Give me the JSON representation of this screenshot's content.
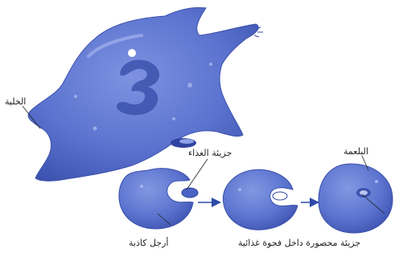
{
  "colors": {
    "cell_fill": "#5b73cf",
    "cell_dark": "#3d53b0",
    "cell_highlight": "#9aaae8",
    "line": "#222222",
    "arrow": "#2f4aa8"
  },
  "labels": {
    "cell": "الخلية",
    "food_particle": "جزيئة الغذاء",
    "phagocytosis": "البلعمة",
    "pseudopods": "أرجل كاذبة",
    "particle_in_vacuole": "جزيئة محصورة داخل فجوة غذائية"
  }
}
